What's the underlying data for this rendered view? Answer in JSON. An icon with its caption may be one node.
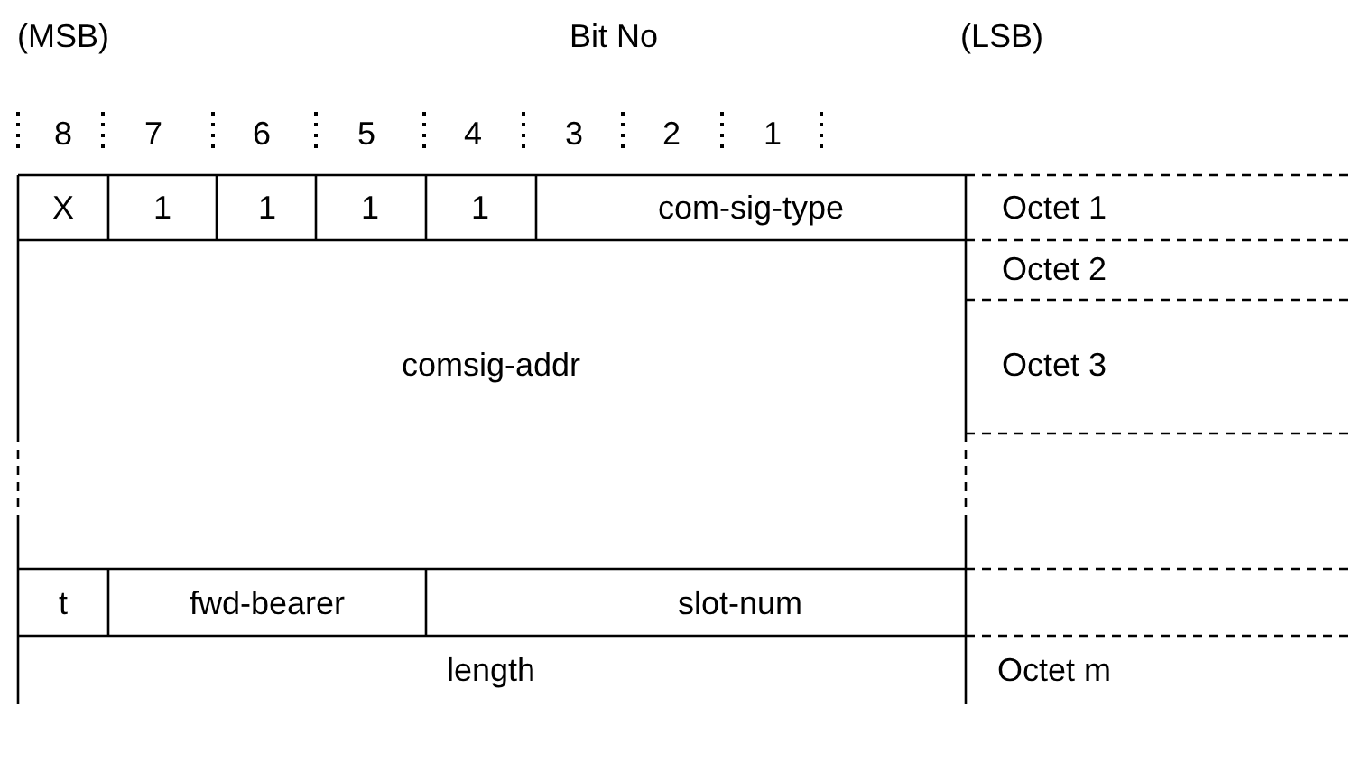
{
  "diagram": {
    "labels": [
      "(MSB)",
      "Bit No",
      "(LSB)",
      "8",
      "7",
      "6",
      "5",
      "4",
      "3",
      "2",
      "1",
      "X",
      "1",
      "1",
      "1",
      "1",
      "com-sig-type",
      "Octet 1",
      "Octet 2",
      "comsig-addr",
      "Octet 3",
      "t",
      "fwd-bearer",
      "slot-num",
      "length",
      "Octet m"
    ]
  }
}
